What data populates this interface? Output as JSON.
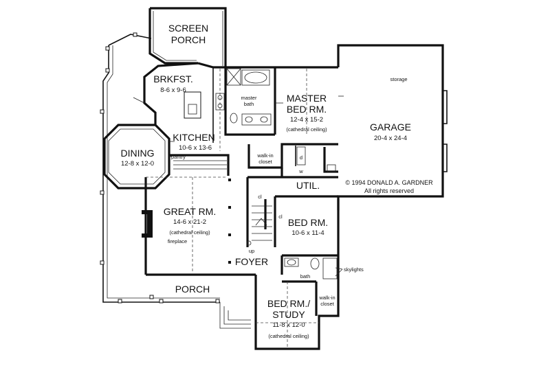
{
  "rooms": {
    "screen_porch": {
      "line1": "SCREEN",
      "line2": "PORCH"
    },
    "brkfst": {
      "name": "BRKFST.",
      "dim": "8-6 x 9-6"
    },
    "kitchen": {
      "name": "KITCHEN",
      "dim": "10-6 x 13-6"
    },
    "dining": {
      "name": "DINING",
      "dim": "12-8 x 12-0"
    },
    "great_rm": {
      "name": "GREAT RM.",
      "dim": "14-6 x 21-2",
      "note": "(cathedral ceiling)"
    },
    "master_bed": {
      "line1": "MASTER",
      "line2": "BED RM.",
      "dim": "12-4 x 15-2",
      "note": "(cathedral ceiling)"
    },
    "garage": {
      "name": "GARAGE",
      "dim": "20-4 x 24-4"
    },
    "util": {
      "name": "UTIL."
    },
    "bed_rm": {
      "name": "BED RM.",
      "dim": "10-6 x 11-4"
    },
    "foyer": {
      "name": "FOYER"
    },
    "porch": {
      "name": "PORCH"
    },
    "bed_study": {
      "line1": "BED RM./",
      "line2": "STUDY",
      "dim": "11-8 x 12-0",
      "note": "(cathedral ceiling)"
    }
  },
  "labels": {
    "storage": "storage",
    "master_bath_1": "master",
    "master_bath_2": "bath",
    "walkin_1": "walk-in",
    "walkin_2": "closet",
    "pantry": "pantry",
    "fireplace": "fireplace",
    "up": "up",
    "cl_1": "cl",
    "cl_2": "cl",
    "bath": "bath",
    "skylights": "skylights",
    "walkin2_1": "walk-in",
    "walkin2_2": "closet",
    "d": "d",
    "w": "w"
  },
  "copyright": {
    "line1": "© 1994 DONALD A. GARDNER",
    "line2": "All rights reserved"
  }
}
